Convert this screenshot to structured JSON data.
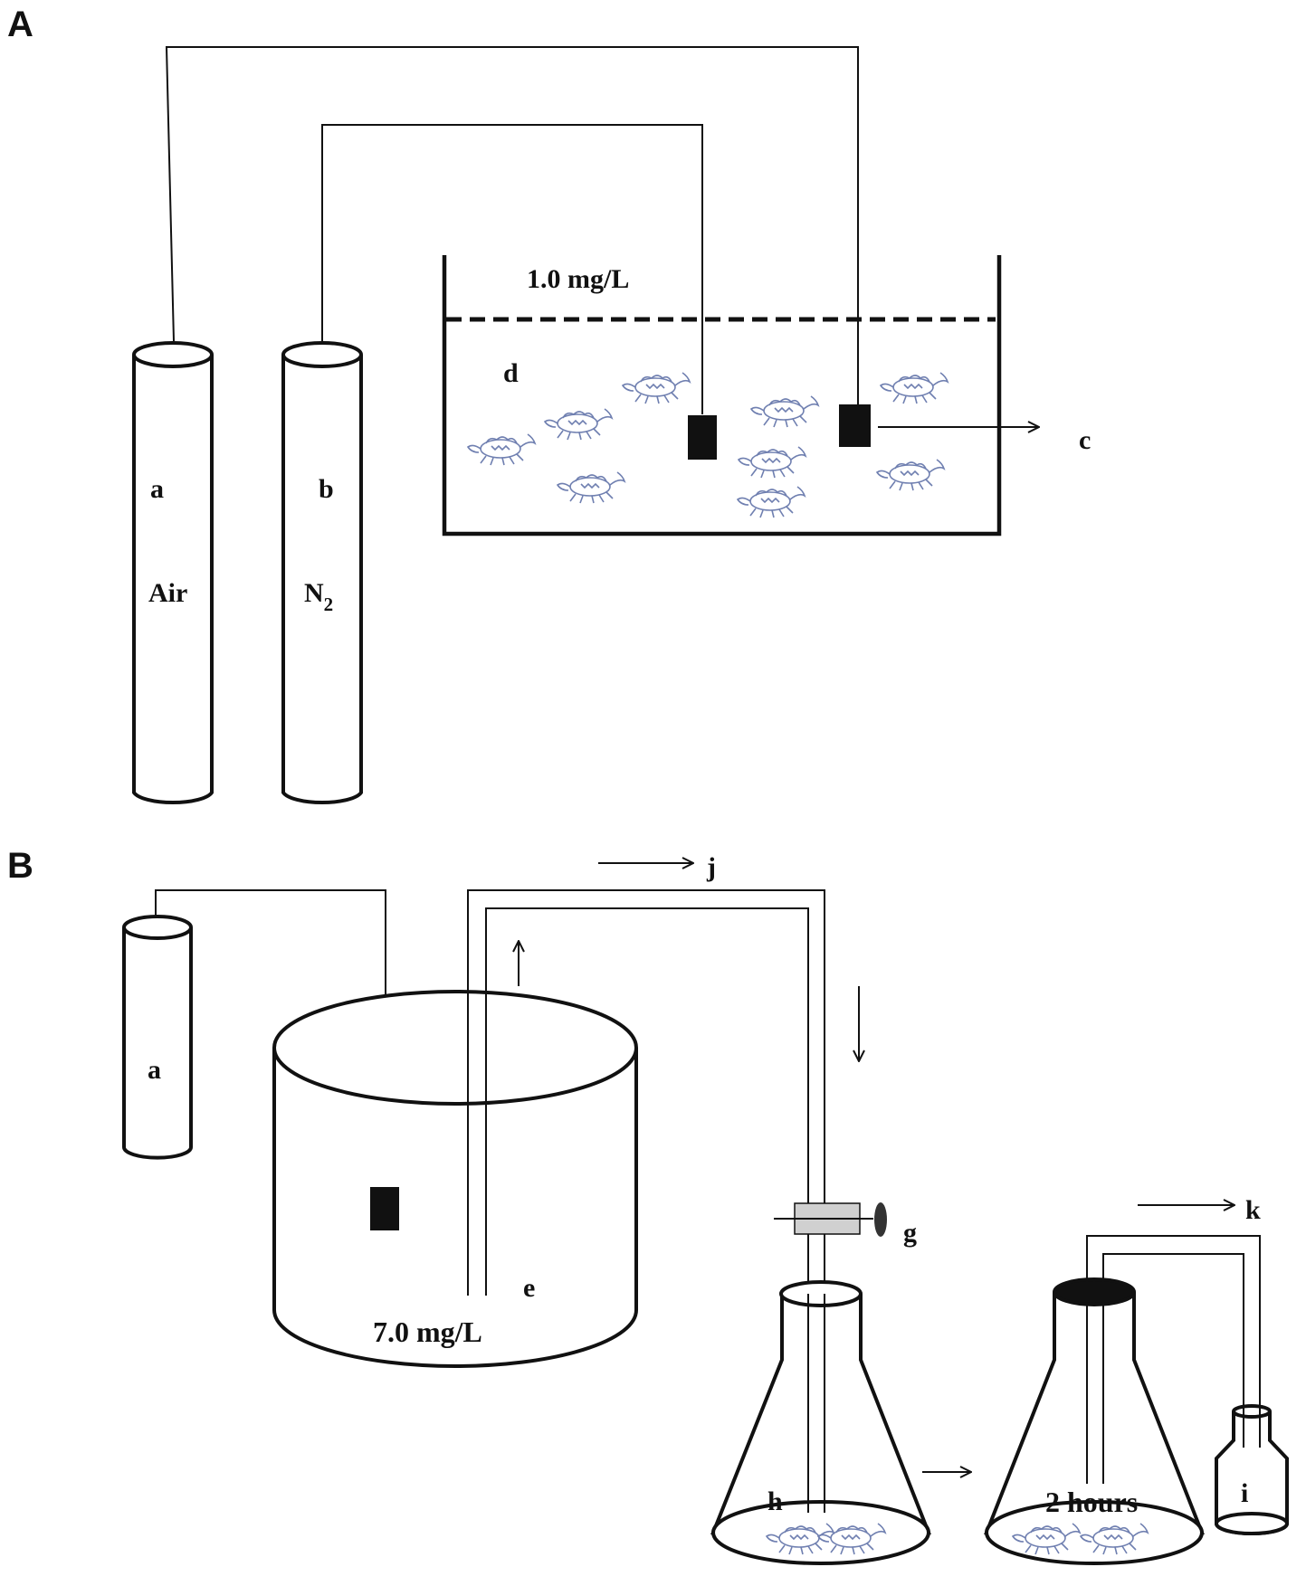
{
  "panels": {
    "a_label": "A",
    "b_label": "B"
  },
  "panel_a": {
    "cylinder_a_label": "a",
    "cylinder_a_gas": "Air",
    "cylinder_b_label": "b",
    "cylinder_b_gas": "N",
    "cylinder_b_gas_sub": "2",
    "tank_concentration": "1.0 mg/L",
    "tank_label": "d",
    "sensor_label": "c"
  },
  "panel_b": {
    "cylinder_label": "a",
    "tank_concentration": "7.0 mg/L",
    "tank_label": "e",
    "valve_label": "g",
    "flask_h_label": "h",
    "flask_duration": "2 hours",
    "bottle_label": "i",
    "flow_j_label": "j",
    "flow_k_label": "k"
  },
  "colors": {
    "line": "#111111",
    "crab": "#6f7fb0",
    "valve_fill": "#d0d0d0"
  }
}
